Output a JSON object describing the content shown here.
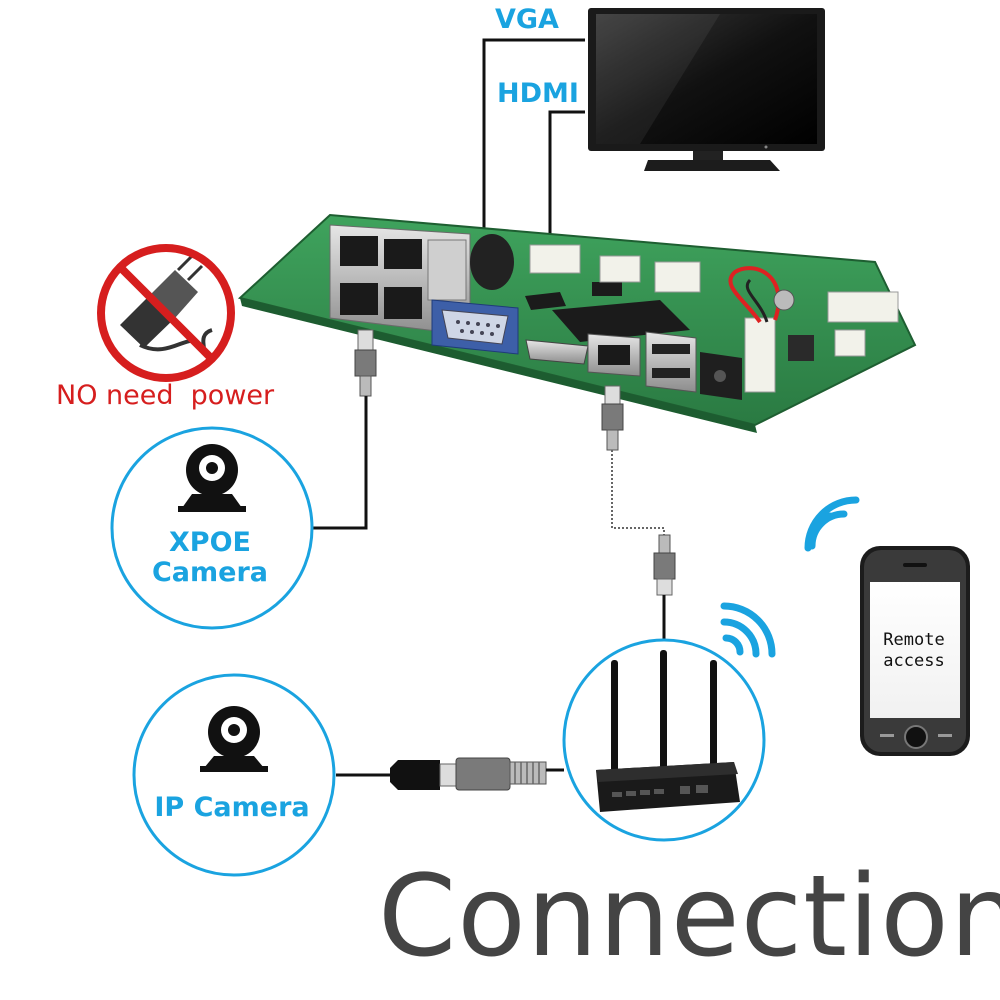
{
  "labels": {
    "vga": "VGA",
    "hdmi": "HDMI",
    "no_power": "NO need  power",
    "xpoe_line1": "XPOE",
    "xpoe_line2": "Camera",
    "ip_camera": "IP Camera",
    "remote_line1": "Remote",
    "remote_line2": "access",
    "title": "Connection"
  },
  "colors": {
    "accent_blue": "#1aa3e0",
    "warning_red": "#d61e1e",
    "pcb_green": "#2e8b4a",
    "title_gray": "#444444"
  },
  "icons": [
    "monitor-icon",
    "power-adapter-icon",
    "prohibited-icon",
    "webcam-icon",
    "router-icon",
    "wifi-icon",
    "smartphone-icon",
    "rj45-plug-icon",
    "dc-jack-icon"
  ]
}
